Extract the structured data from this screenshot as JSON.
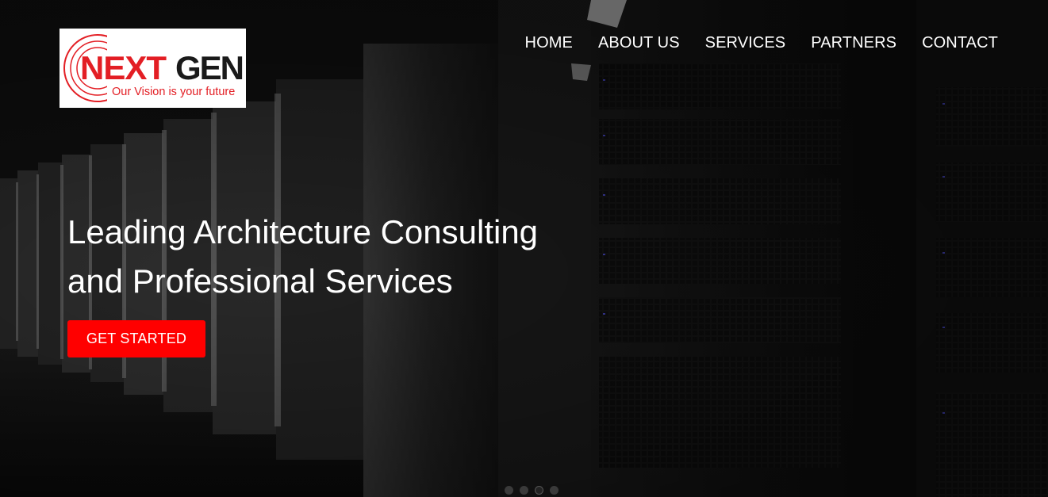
{
  "logo": {
    "brand_part1": "NEXT",
    "brand_part2": "GEN",
    "tagline": "Our Vision is your future"
  },
  "nav": {
    "items": [
      {
        "label": "HOME"
      },
      {
        "label": "ABOUT US"
      },
      {
        "label": "SERVICES"
      },
      {
        "label": "PARTNERS"
      },
      {
        "label": "CONTACT"
      }
    ]
  },
  "hero": {
    "headline_line1": "Leading Architecture Consulting",
    "headline_line2": "and Professional Services",
    "cta_label": "GET STARTED",
    "slide_count": 4,
    "active_slide": 2
  },
  "colors": {
    "accent": "#ff0000",
    "logo_red": "#e31e24",
    "text": "#ffffff"
  }
}
